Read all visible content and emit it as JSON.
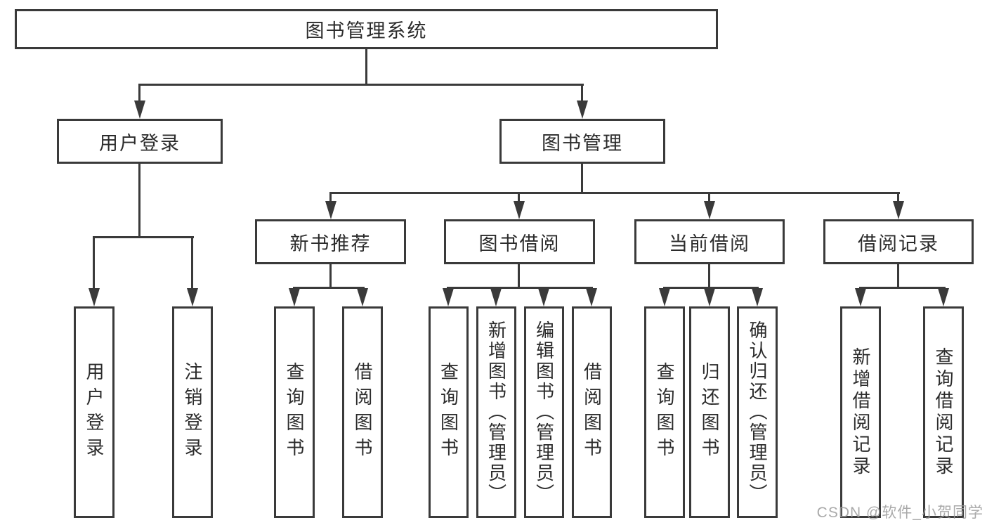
{
  "tree": {
    "label": "图书管理系统",
    "children": [
      {
        "label": "用户登录",
        "children": [
          {
            "label": "用户登录"
          },
          {
            "label": "注销登录"
          }
        ]
      },
      {
        "label": "图书管理",
        "children": [
          {
            "label": "新书推荐",
            "children": [
              {
                "label": "查询图书"
              },
              {
                "label": "借阅图书"
              }
            ]
          },
          {
            "label": "图书借阅",
            "children": [
              {
                "label": "查询图书"
              },
              {
                "label": "新增图书（管理员）"
              },
              {
                "label": "编辑图书（管理员）"
              },
              {
                "label": "借阅图书"
              }
            ]
          },
          {
            "label": "当前借阅",
            "children": [
              {
                "label": "查询图书"
              },
              {
                "label": "归还图书"
              },
              {
                "label": "确认归还（管理员）"
              }
            ]
          },
          {
            "label": "借阅记录",
            "children": [
              {
                "label": "新增借阅记录"
              },
              {
                "label": "查询借阅记录"
              }
            ]
          }
        ]
      }
    ]
  },
  "watermark": {
    "text": "CSDN @软件_小贺同学"
  },
  "colors": {
    "line": "#3a3a3a",
    "text": "#2b2b2b",
    "watermark": "#9b9b9b",
    "background": "#ffffff"
  }
}
